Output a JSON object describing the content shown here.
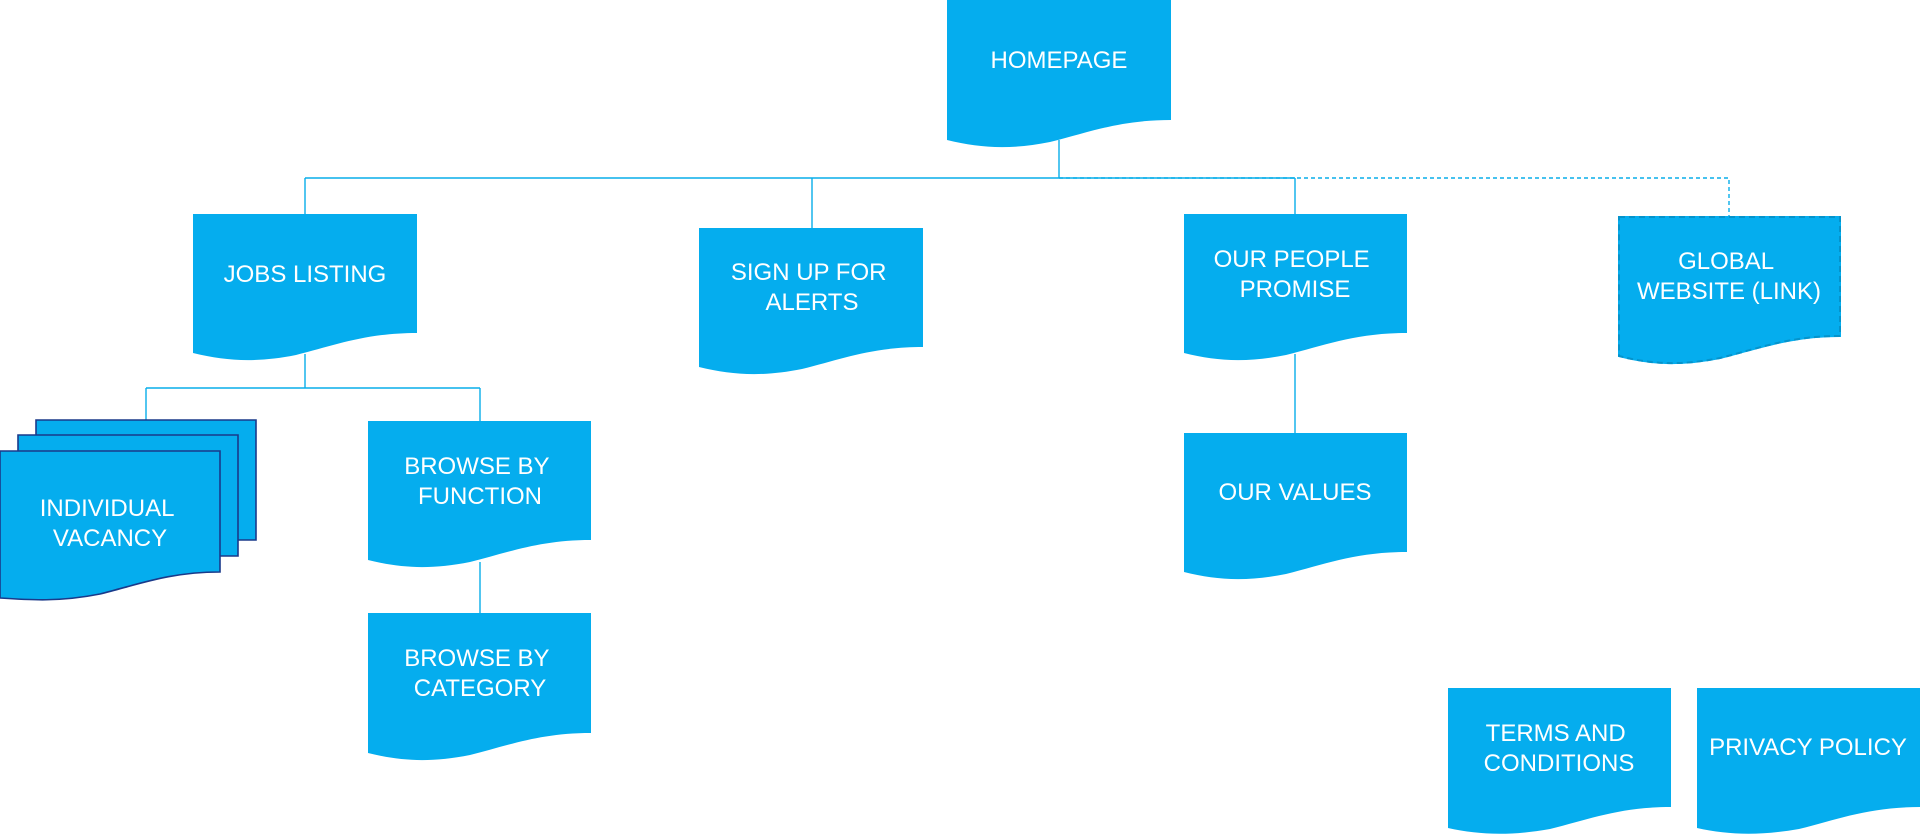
{
  "colors": {
    "fill": "#05adee",
    "stroke": "#1a3a8a",
    "line": "#08aeea",
    "text": "#ffffff"
  },
  "nodes": {
    "homepage": {
      "lines": [
        "HOMEPAGE"
      ]
    },
    "jobs_listing": {
      "lines": [
        "JOBS LISTING"
      ]
    },
    "sign_up_alerts": {
      "lines": [
        "SIGN UP FOR",
        "ALERTS"
      ]
    },
    "our_people_promise": {
      "lines": [
        "OUR PEOPLE",
        "PROMISE"
      ]
    },
    "global_website": {
      "lines": [
        "GLOBAL",
        "WEBSITE (LINK)"
      ]
    },
    "individual_vacancy": {
      "lines": [
        "INDIVIDUAL",
        "VACANCY"
      ]
    },
    "browse_function": {
      "lines": [
        "BROWSE BY",
        "FUNCTION"
      ]
    },
    "browse_category": {
      "lines": [
        "BROWSE BY",
        "CATEGORY"
      ]
    },
    "our_values": {
      "lines": [
        "OUR VALUES"
      ]
    },
    "terms": {
      "lines": [
        "TERMS AND",
        "CONDITIONS"
      ]
    },
    "privacy": {
      "lines": [
        "PRIVACY POLICY"
      ]
    }
  }
}
